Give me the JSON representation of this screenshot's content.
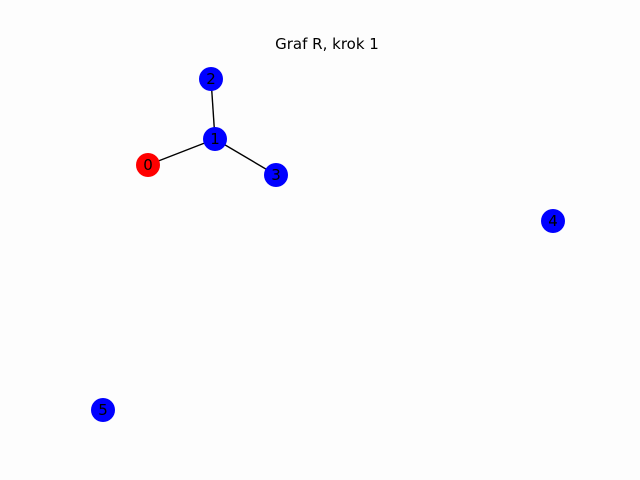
{
  "title": "Graf R, krok 1",
  "colors": {
    "background": "#fdfdfd",
    "highlighted_node": "#ff0000",
    "default_node": "#0000ff",
    "edge": "#000000",
    "label": "#000000"
  },
  "graph": {
    "nodes": [
      {
        "id": "0",
        "label": "0",
        "state": "highlighted"
      },
      {
        "id": "1",
        "label": "1",
        "state": "default"
      },
      {
        "id": "2",
        "label": "2",
        "state": "default"
      },
      {
        "id": "3",
        "label": "3",
        "state": "default"
      },
      {
        "id": "4",
        "label": "4",
        "state": "default"
      },
      {
        "id": "5",
        "label": "5",
        "state": "default"
      }
    ],
    "edges": [
      {
        "source": "0",
        "target": "1"
      },
      {
        "source": "1",
        "target": "2"
      },
      {
        "source": "1",
        "target": "3"
      }
    ]
  }
}
